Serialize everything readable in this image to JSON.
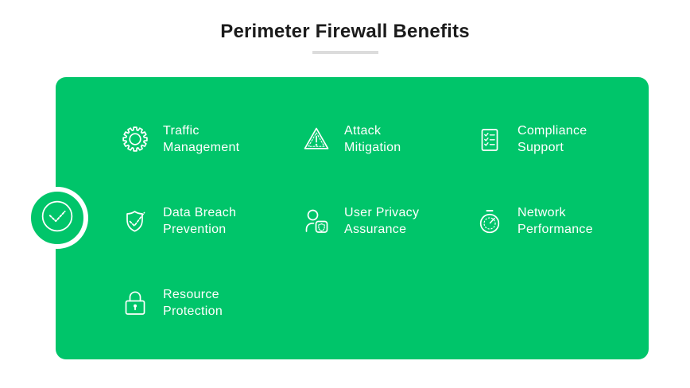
{
  "title": "Perimeter Firewall Benefits",
  "colors": {
    "panel_green": "#00c56a",
    "title_dark": "#1b1b1b",
    "divider_gray": "#dcdcdc",
    "item_text": "#ffffff"
  },
  "badge": {
    "icon": "check-circle-icon"
  },
  "panel": {
    "items": [
      {
        "icon": "gear-icon",
        "label": "Traffic\nManagement"
      },
      {
        "icon": "warning-triangle-icon",
        "label": "Attack\nMitigation"
      },
      {
        "icon": "checklist-icon",
        "label": "Compliance\nSupport"
      },
      {
        "icon": "shield-check-icon",
        "label": "Data Breach\nPrevention"
      },
      {
        "icon": "user-privacy-icon",
        "label": "User Privacy\nAssurance"
      },
      {
        "icon": "stopwatch-icon",
        "label": "Network\nPerformance"
      },
      {
        "icon": "lock-icon",
        "label": "Resource\nProtection"
      }
    ]
  }
}
